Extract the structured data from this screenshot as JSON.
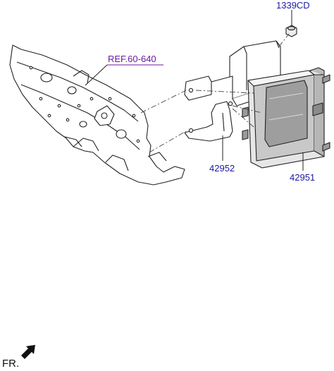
{
  "callouts": {
    "ref": "REF.60-640",
    "nut": "1339CD",
    "bracket": "42952",
    "module": "42951"
  },
  "front_marker": "FR.",
  "colors": {
    "callout_text": "#1a1aa6",
    "ref_text": "#6a1aa6",
    "line": "#222222",
    "dash": "#444444"
  },
  "icons": [
    "front-arrow-icon"
  ]
}
